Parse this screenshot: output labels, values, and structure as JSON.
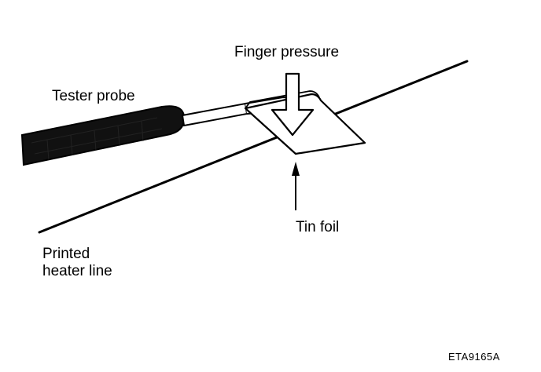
{
  "labels": {
    "finger_pressure": "Finger pressure",
    "tester_probe": "Tester probe",
    "tin_foil": "Tin foil",
    "printed_heater_line_1": "Printed",
    "printed_heater_line_2": "heater line",
    "figure_code": "ETA9165A"
  },
  "colors": {
    "ink": "#000000",
    "background": "#ffffff"
  }
}
